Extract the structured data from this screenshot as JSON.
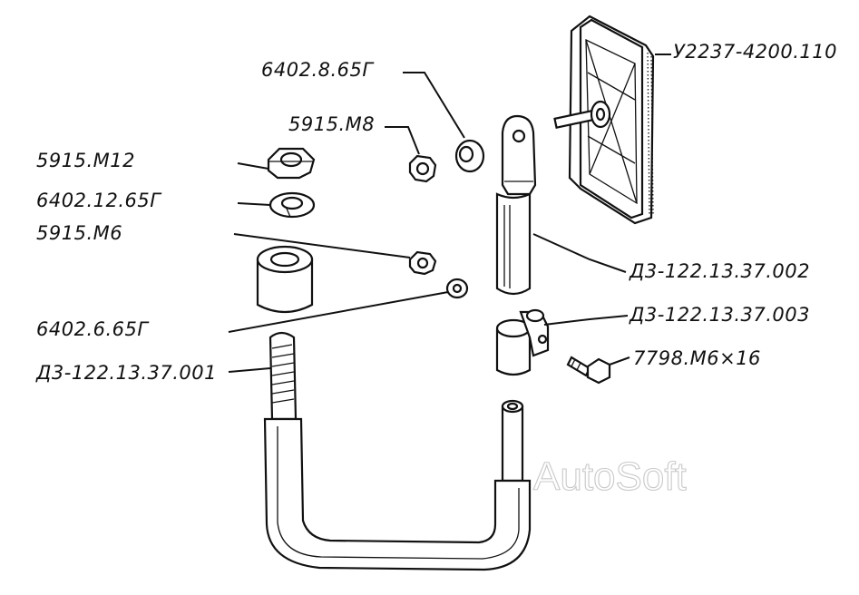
{
  "labels": {
    "mirror": "У2237-4200.110",
    "washer_8": "6402.8.65Г",
    "nut_m8": "5915.М8",
    "nut_m12": "5915.М12",
    "washer_12": "6402.12.65Г",
    "nut_m6": "5915.М6",
    "rod": "Д3-122.13.37.002",
    "clamp": "Д3-122.13.37.003",
    "bolt": "7798.М6×16",
    "washer_6": "6402.6.65Г",
    "bracket": "Д3-122.13.37.001"
  },
  "watermark": "AutoSoft"
}
